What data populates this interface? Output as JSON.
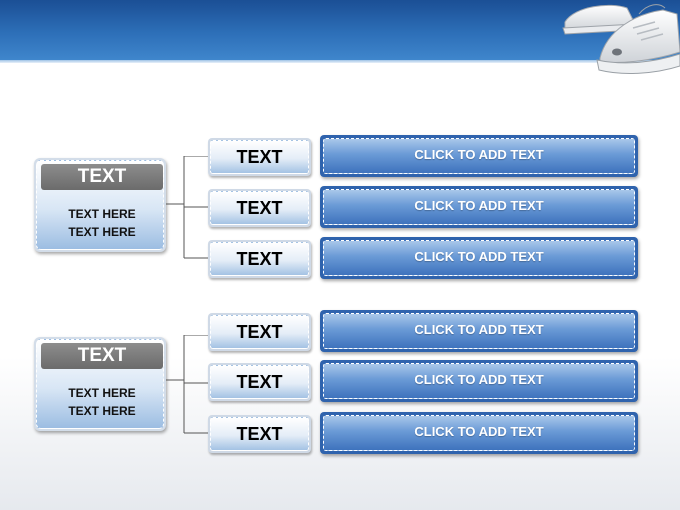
{
  "groups": [
    {
      "title": "TEXT",
      "body_lines": [
        "TEXT HERE",
        "TEXT HERE"
      ],
      "rows": [
        {
          "label": "TEXT",
          "action": "CLICK TO ADD TEXT"
        },
        {
          "label": "TEXT",
          "action": "CLICK TO ADD TEXT"
        },
        {
          "label": "TEXT",
          "action": "CLICK TO ADD TEXT"
        }
      ]
    },
    {
      "title": "TEXT",
      "body_lines": [
        "TEXT HERE",
        "TEXT HERE"
      ],
      "rows": [
        {
          "label": "TEXT",
          "action": "CLICK TO ADD TEXT"
        },
        {
          "label": "TEXT",
          "action": "CLICK TO ADD TEXT"
        },
        {
          "label": "TEXT",
          "action": "CLICK TO ADD TEXT"
        }
      ]
    }
  ],
  "colors": {
    "header": "#2d6fb8",
    "title_label": "#777777",
    "action_box": "#3e73bd"
  }
}
